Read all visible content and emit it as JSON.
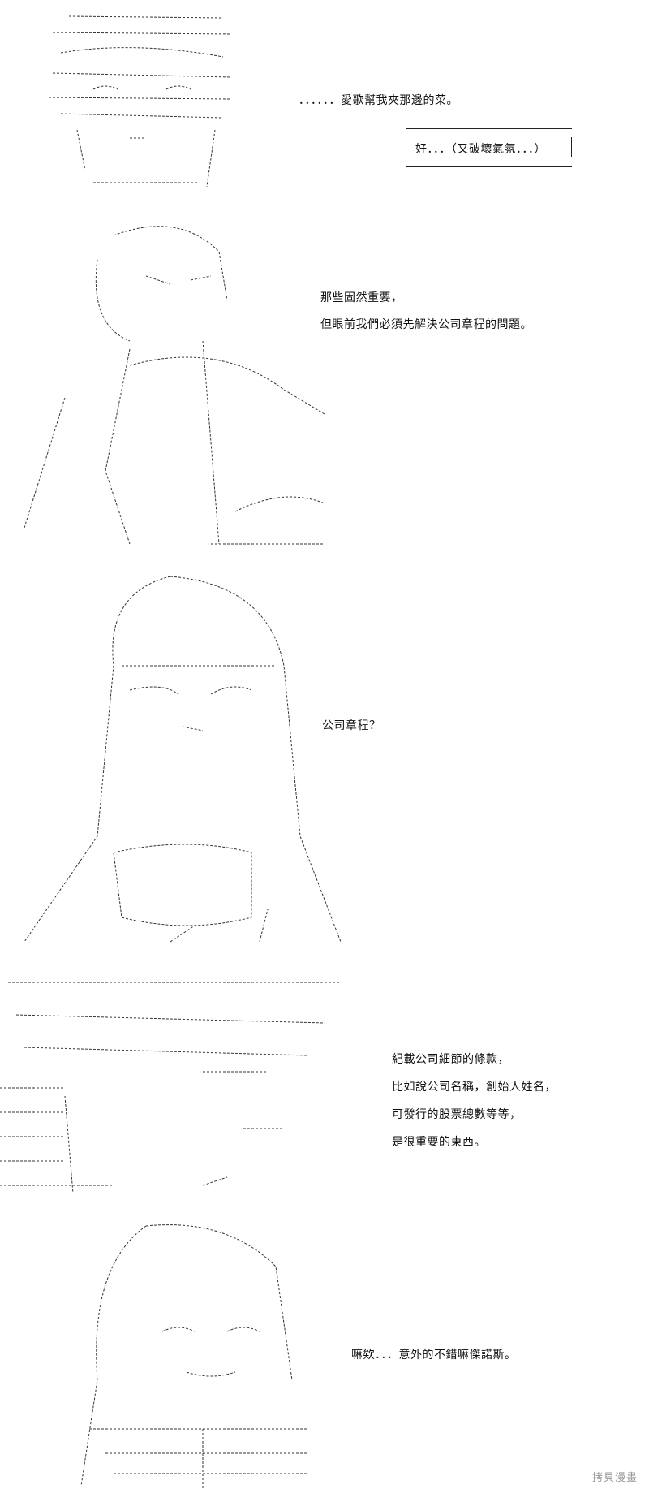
{
  "panels": [
    {
      "lines": [
        "．．．．．．愛歌幫我夾那邊的菜。"
      ],
      "reply": "好．．．（又破壞氣氛．．．）"
    },
    {
      "lines": [
        "那些固然重要，",
        "但眼前我們必須先解決公司章程的問題。"
      ]
    },
    {
      "lines": [
        "公司章程？"
      ]
    },
    {
      "lines": [
        "紀載公司細節的條款，",
        "比如說公司名稱，創始人姓名，",
        "可發行的股票總數等等，",
        "是很重要的東西。"
      ]
    },
    {
      "lines": [
        "嘛欸．．．意外的不錯嘛傑諾斯。"
      ]
    }
  ],
  "watermark": "拷貝漫畫"
}
